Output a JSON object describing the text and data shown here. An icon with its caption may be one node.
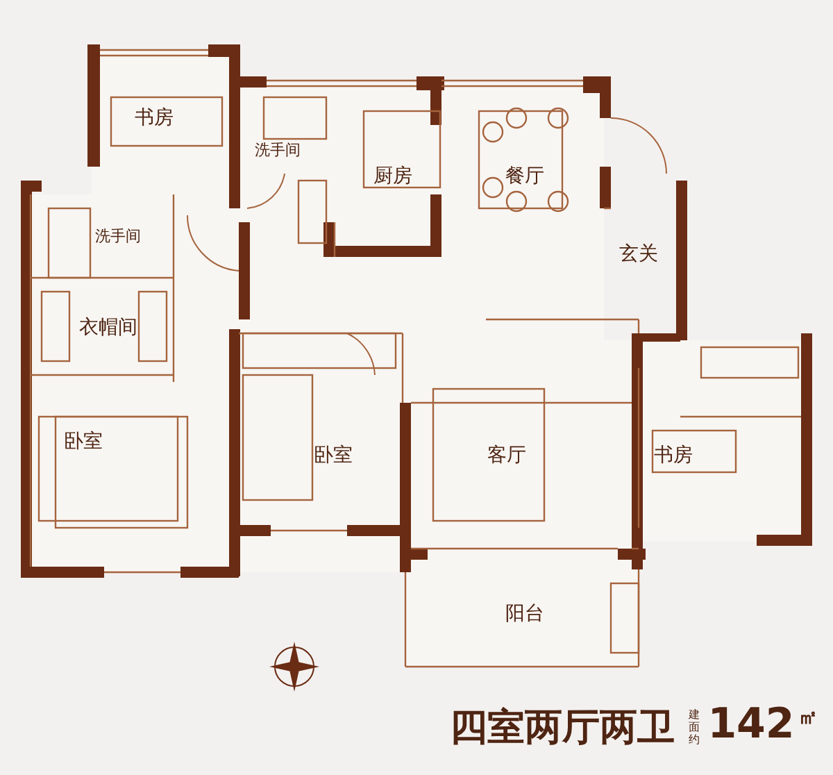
{
  "diagram": {
    "labels": [
      "书房",
      "洗手间",
      "厨房",
      "餐厅",
      "洗手间",
      "玄关",
      "衣帽间",
      "卧室",
      "卧室",
      "客厅",
      "书房",
      "阳台",
      "四室两厅两卫",
      "建面约",
      "142",
      "㎡"
    ]
  }
}
